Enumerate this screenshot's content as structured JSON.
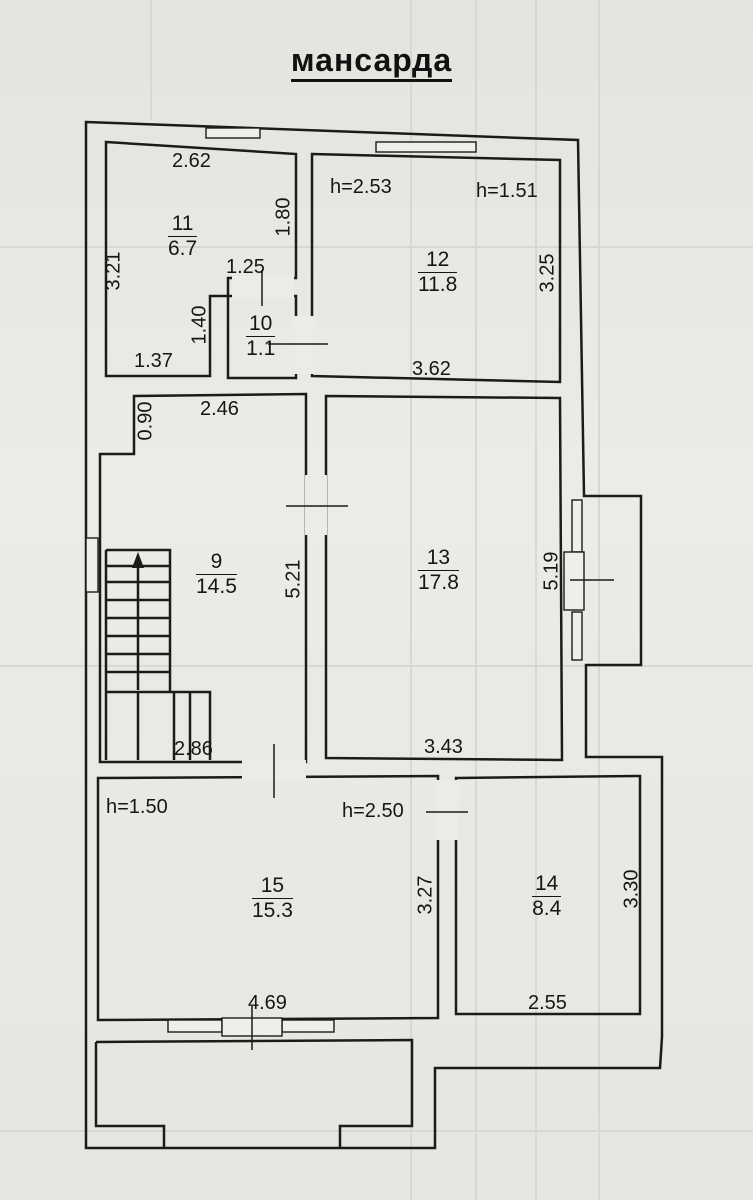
{
  "title": "мансарда",
  "rooms": [
    {
      "number": "9",
      "area": "14.5"
    },
    {
      "number": "10",
      "area": "1.1"
    },
    {
      "number": "11",
      "area": "6.7"
    },
    {
      "number": "12",
      "area": "11.8"
    },
    {
      "number": "13",
      "area": "17.8"
    },
    {
      "number": "14",
      "area": "8.4"
    },
    {
      "number": "15",
      "area": "15.3"
    }
  ],
  "heights": {
    "room12_a": "h=2.53",
    "room12_b": "h=1.51",
    "room15_a": "h=1.50",
    "room15_b": "h=2.50"
  },
  "dimensions": {
    "r11_top": "2.62",
    "r11_left": "3.21",
    "r11_right": "1.80",
    "r11_step": "1.25",
    "r11_low": "1.40",
    "r11_bottom": "1.37",
    "r12_right": "3.25",
    "r12_bottom": "3.62",
    "r9_wall": "0.90",
    "r9_top": "2.46",
    "r9_right": "5.21",
    "r9_bottom": "2.86",
    "r13_right": "5.19",
    "r13_bottom": "3.43",
    "r15_right": "3.27",
    "r15_bottom": "4.69",
    "r14_right": "3.30",
    "r14_bottom": "2.55"
  },
  "stair_icon": "arrow-up-icon"
}
